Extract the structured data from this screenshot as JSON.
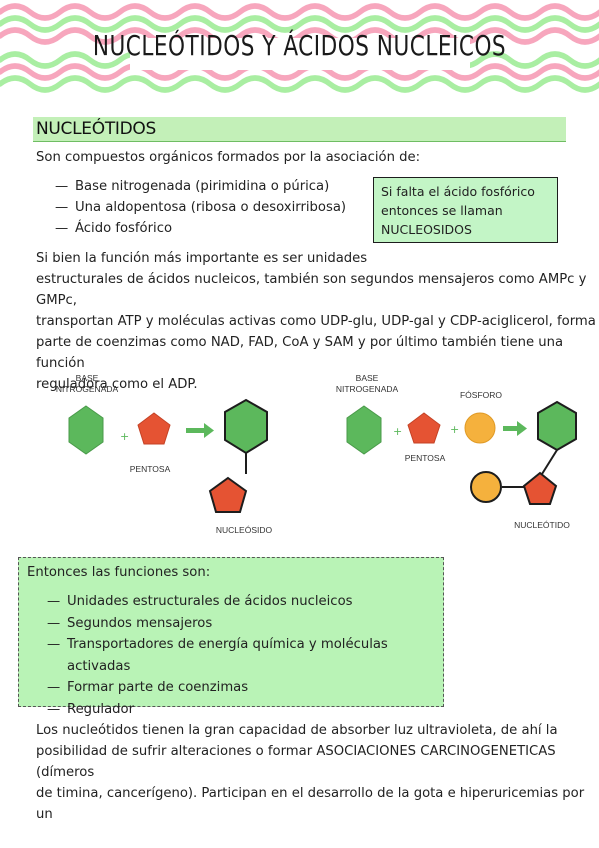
{
  "title": "NUCLEÓTIDOS Y ÁCIDOS NUCLEICOS",
  "colors": {
    "wave_pink": "#f7a6bd",
    "wave_green": "#a9eea2",
    "heading_bg": "#c3f0b8",
    "box_bg": "#b9f3b6",
    "note_bg": "#c3f5c6",
    "hexagon": "#5cb85c",
    "pentagon": "#e55333",
    "phosphate": "#f5b13d"
  },
  "section": {
    "heading": "NUCLEÓTIDOS"
  },
  "intro": "Son compuestos orgánicos formados por la asociación de:",
  "components": [
    "Base nitrogenada (pirimidina o púrica)",
    "Una aldopentosa (ribosa o desoxirribosa)",
    "Ácido fosfórico"
  ],
  "note": {
    "line1": "Si falta el ácido fosfórico",
    "line2": "entonces se llaman",
    "line3": "NUCLEOSIDOS"
  },
  "body_lines": [
    "Si bien la función más importante es ser unidades",
    "estructurales de ácidos nucleicos, también son segundos mensajeros como AMPc y GMPc,",
    "transportan ATP y moléculas activas como UDP-glu, UDP-gal y CDP-aciglicerol, forma",
    "parte de coenzimas como NAD, FAD, CoA y SAM y por último también tiene una función",
    "reguladora como el ADP."
  ],
  "diagram": {
    "base_1": "BASE",
    "base_2": "NITROGENADA",
    "pentosa": "PENTOSA",
    "nucleosido": "NUCLEÓSIDO",
    "fosforo": "FÓSFORO",
    "nucleotido": "NUCLEÓTIDO",
    "plus": "+"
  },
  "functions": {
    "intro": "Entonces las funciones son:",
    "items": [
      "Unidades estructurales de ácidos nucleicos",
      "Segundos mensajeros",
      "Transportadores de energía química y moléculas activadas",
      "Formar parte de coenzimas",
      "Regulador"
    ]
  },
  "closing_lines": [
    "Los nucleótidos tienen la gran capacidad de absorber luz ultravioleta, de ahí la",
    "posibilidad de sufrir alteraciones o formar ASOCIACIONES CARCINOGENETICAS (dímeros",
    "de timina, cancerígeno). Participan en el desarrollo de la gota e hiperuricemias por un"
  ]
}
